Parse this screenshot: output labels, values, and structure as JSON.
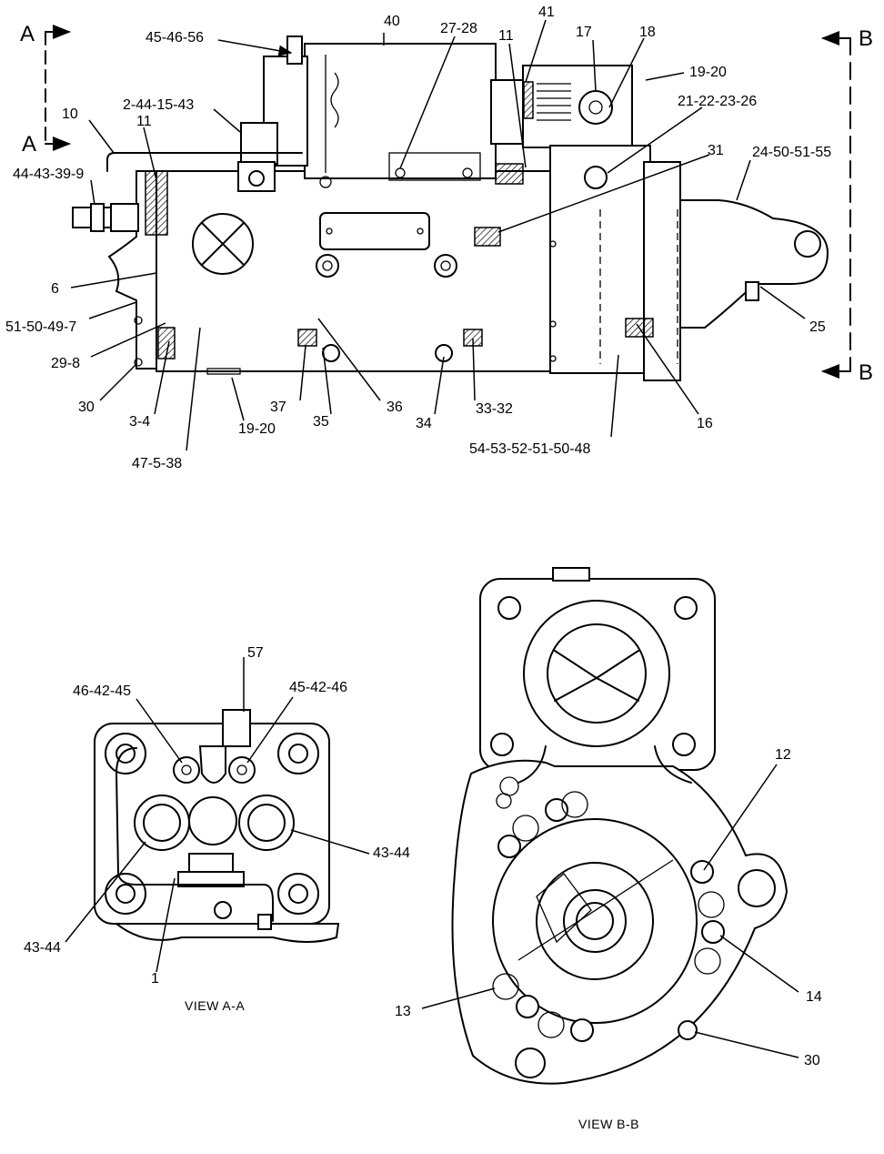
{
  "section_markers": {
    "a_top": "A",
    "a_bottom": "A",
    "b_top": "B",
    "b_bottom": "B"
  },
  "main_labels": {
    "l_45_46_56": "45-46-56",
    "l_40": "40",
    "l_27_28": "27-28",
    "l_11_top": "11",
    "l_41": "41",
    "l_17": "17",
    "l_18": "18",
    "l_19_20_top": "19-20",
    "l_21_22_23_26": "21-22-23-26",
    "l_2_44_15_43": "2-44-15-43",
    "l_10": "10",
    "l_11_left": "11",
    "l_44_43_39_9": "44-43-39-9",
    "l_31": "31",
    "l_24_50_51_55": "24-50-51-55",
    "l_6": "6",
    "l_51_50_49_7": "51-50-49-7",
    "l_29_8": "29-8",
    "l_30": "30",
    "l_3_4": "3-4",
    "l_47_5_38": "47-5-38",
    "l_19_20_bottom": "19-20",
    "l_37": "37",
    "l_35": "35",
    "l_36": "36",
    "l_34": "34",
    "l_33_32": "33-32",
    "l_54_53_52_51_50_48": "54-53-52-51-50-48",
    "l_16": "16",
    "l_25": "25"
  },
  "view_a_labels": {
    "l_57": "57",
    "l_46_42_45": "46-42-45",
    "l_45_42_46": "45-42-46",
    "l_43_44_right": "43-44",
    "l_43_44_left": "43-44",
    "l_1": "1",
    "caption": "VIEW  A-A"
  },
  "view_b_labels": {
    "l_12": "12",
    "l_14": "14",
    "l_13": "13",
    "l_30": "30",
    "caption": "VIEW  B-B"
  }
}
